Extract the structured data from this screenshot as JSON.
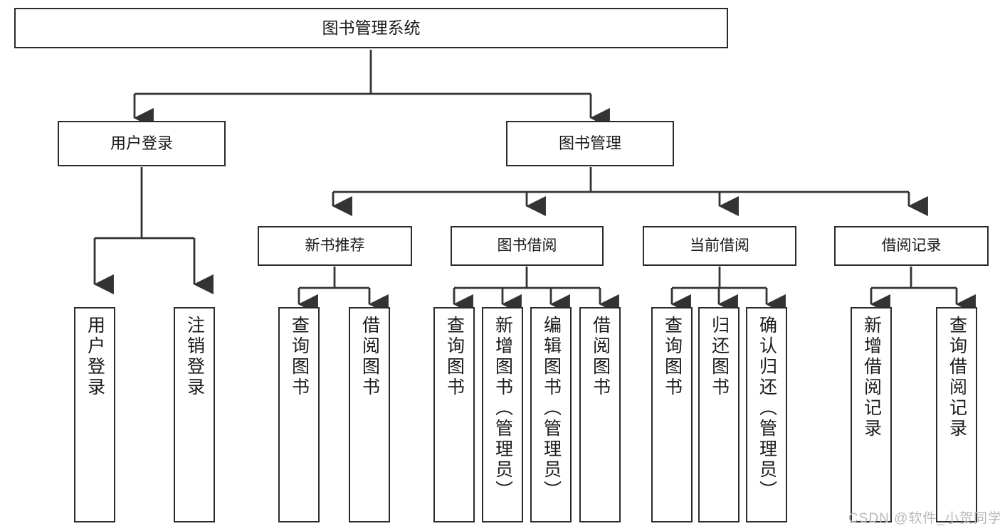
{
  "diagram": {
    "type": "tree-hierarchy",
    "title": "图书管理系统",
    "watermark": "CSDN @软件_小贺同学",
    "colors": {
      "box_border": "#2b2b2b",
      "box_fill": "#ffffff",
      "edge": "#333333",
      "text": "#1a1a1a",
      "watermark": "#b9b9b9",
      "background": "#ffffff"
    },
    "root": {
      "label": "图书管理系统"
    },
    "level2": [
      {
        "id": "user-login",
        "label": "用户登录"
      },
      {
        "id": "book-manage",
        "label": "图书管理"
      }
    ],
    "level3": [
      {
        "id": "new-book-recommend",
        "label": "新书推荐"
      },
      {
        "id": "book-borrow",
        "label": "图书借阅"
      },
      {
        "id": "current-borrow",
        "label": "当前借阅"
      },
      {
        "id": "borrow-record",
        "label": "借阅记录"
      }
    ],
    "leaves": {
      "user-login": [
        {
          "id": "leaf-user-login",
          "label": "用户登录"
        },
        {
          "id": "leaf-logout-login",
          "label": "注销登录"
        }
      ],
      "new-book-recommend": [
        {
          "id": "leaf-query-book-1",
          "label": "查询图书"
        },
        {
          "id": "leaf-borrow-book-1",
          "label": "借阅图书"
        }
      ],
      "book-borrow": [
        {
          "id": "leaf-query-book-2",
          "label": "查询图书"
        },
        {
          "id": "leaf-add-book",
          "label": "新增图书（管理员）"
        },
        {
          "id": "leaf-edit-book",
          "label": "编辑图书（管理员）"
        },
        {
          "id": "leaf-borrow-book-2",
          "label": "借阅图书"
        }
      ],
      "current-borrow": [
        {
          "id": "leaf-query-book-3",
          "label": "查询图书"
        },
        {
          "id": "leaf-return-book",
          "label": "归还图书"
        },
        {
          "id": "leaf-confirm-return",
          "label": "确认归还（管理员）"
        }
      ],
      "borrow-record": [
        {
          "id": "leaf-add-record",
          "label": "新增借阅记录"
        },
        {
          "id": "leaf-query-record",
          "label": "查询借阅记录"
        }
      ]
    }
  }
}
